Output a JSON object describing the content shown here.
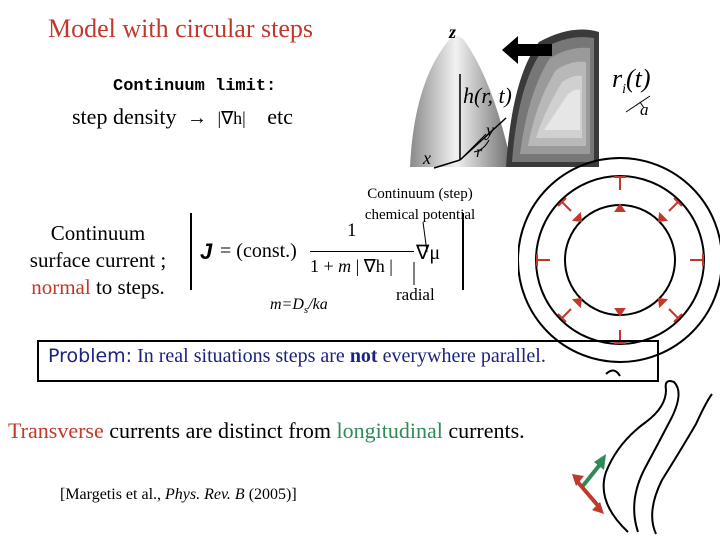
{
  "slide": {
    "title": "Model with circular steps",
    "continuum_limit": "Continuum limit:",
    "step_density_text": "step density",
    "step_density_expr": "|∇h|",
    "etc": "etc",
    "continuum_current_line1": "Continuum",
    "continuum_current_line2": "surface current ;",
    "normal_word": "normal",
    "to_steps": " to steps.",
    "chem_line1": "Continuum (step)",
    "chem_line2": "chemical potential",
    "m_def": "m=D",
    "m_def_sub": "s",
    "m_def_rest": "/ka",
    "radial": "radial",
    "problem_label": "Problem:",
    "problem_text_1": " In real situations steps are ",
    "problem_not": "not",
    "problem_text_2": " everywhere parallel.",
    "transverse_word": "Transverse",
    "transverse_mid": " currents are distinct from ",
    "longitudinal_word": "longitudinal",
    "transverse_end": " currents.",
    "ref_open": "[Margetis et al., ",
    "ref_journal": "Phys. Rev. B",
    "ref_close": " (2005)]"
  },
  "formula": {
    "J": "J",
    "eq": "= (const.)",
    "num": "1",
    "den_1": "1 + ",
    "den_m": "m",
    "den_2": " | ∇h |",
    "grad_mu": "∇μ"
  },
  "cone": {
    "z": "z",
    "h": "h(r, t)",
    "y": "y",
    "x": "x",
    "r": "r",
    "ri": "r",
    "ri_sub": "i",
    "ri_t": "(t)",
    "a": "a"
  },
  "colors": {
    "title_red": "#c0392b",
    "problem_blue": "#1a237e",
    "green": "#2e8b57"
  }
}
